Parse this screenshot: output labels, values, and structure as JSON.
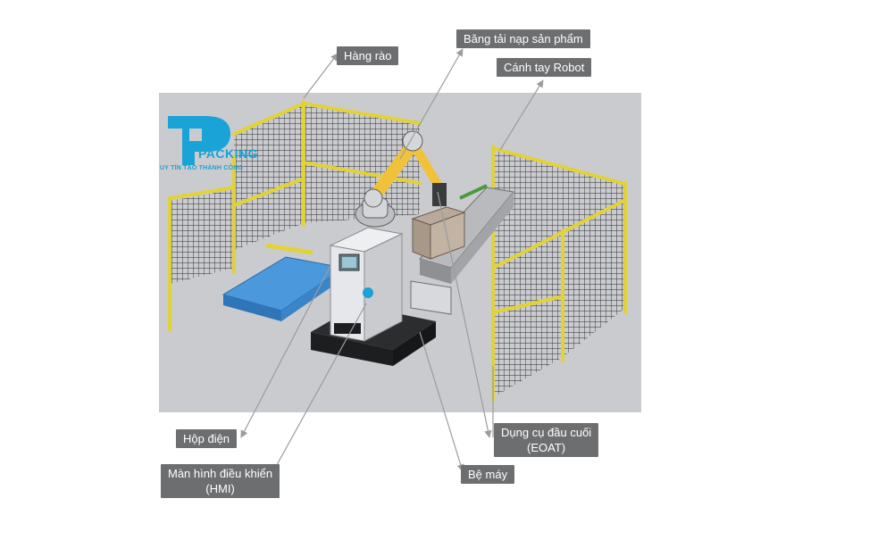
{
  "logo": {
    "word": "PACKING",
    "tagline": "UY TÍN TẠO THÀNH CÔNG"
  },
  "labels": {
    "fence": "Hàng rào",
    "conveyor": "Băng tải nạp sản phẩm",
    "robot_arm": "Cánh tay Robot",
    "control_box": "Hộp điện",
    "hmi_line1": "Màn hình điều khiển",
    "hmi_line2": "(HMI)",
    "eoat_line1": "Dụng cụ đầu cuối",
    "eoat_line2": "(EOAT)",
    "base": "Bệ máy"
  },
  "colors": {
    "background": "#c9cbcf",
    "fence_post": "#e2d23a",
    "arm": "#f0c23a",
    "pallet": "#3f8fd6",
    "label_bg": "#6d6e70",
    "logo": "#1aa3d6"
  }
}
